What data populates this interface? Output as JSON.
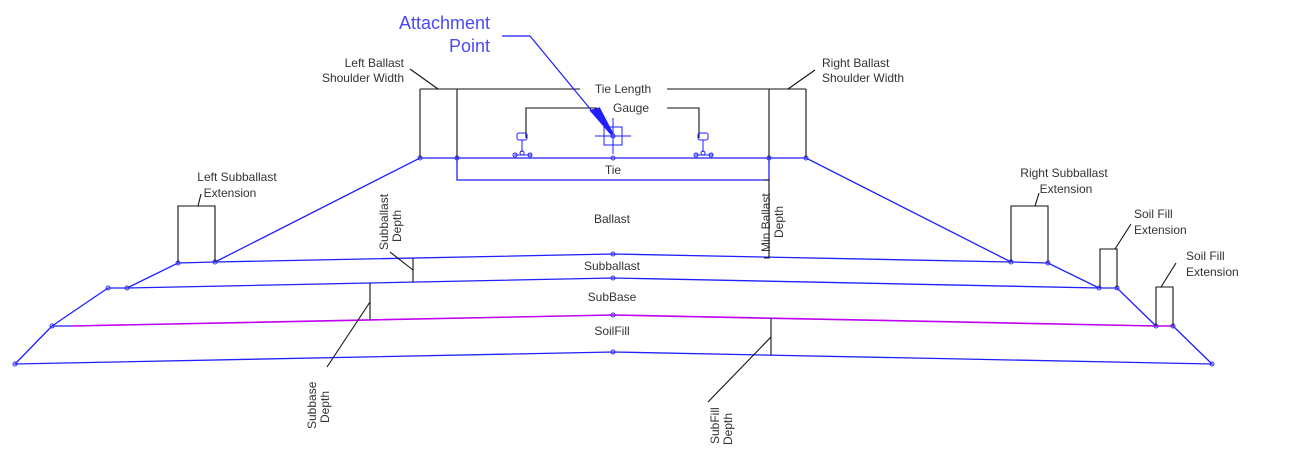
{
  "attachment_point": {
    "line1": "Attachment",
    "line2": "Point",
    "color": "#4a4af5"
  },
  "labels": {
    "left_ballast_shoulder": {
      "line1": "Left Ballast",
      "line2": "Shoulder Width"
    },
    "right_ballast_shoulder": {
      "line1": "Right Ballast",
      "line2": "Shoulder Width"
    },
    "tie_length": "Tie Length",
    "gauge": "Gauge",
    "tie": "Tie",
    "left_subballast_ext": {
      "line1": "Left Subballast",
      "line2": "Extension"
    },
    "right_subballast_ext": {
      "line1": "Right Subballast",
      "line2": "Extension"
    },
    "soil_fill_ext_1": {
      "line1": "Soil Fill",
      "line2": "Extension"
    },
    "soil_fill_ext_2": {
      "line1": "Soil Fill",
      "line2": "Extension"
    },
    "subballast_depth": {
      "line1": "Subballast",
      "line2": "Depth"
    },
    "min_ballast_depth": {
      "line1": "Min Ballast",
      "line2": "Depth"
    },
    "subbase_depth": {
      "line1": "Subbase",
      "line2": "Depth"
    },
    "subfill_depth": {
      "line1": "SubFill",
      "line2": "Depth"
    }
  },
  "layers": {
    "ballast": "Ballast",
    "subballast": "Subballast",
    "subbase": "SubBase",
    "soilfill": "SoilFill"
  },
  "colors": {
    "layer_line": "#1f1fff",
    "subgrade_line": "#c000f0",
    "dimension": "#111111"
  }
}
